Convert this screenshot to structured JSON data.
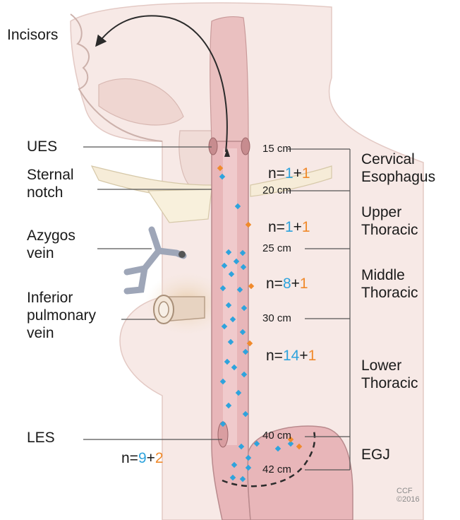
{
  "left_labels": {
    "incisors": "Incisors",
    "ues": "UES",
    "sternal_notch_1": "Sternal",
    "sternal_notch_2": "notch",
    "azygos_1": "Azygos",
    "azygos_2": "vein",
    "ipv_1": "Inferior",
    "ipv_2": "pulmonary",
    "ipv_3": "vein",
    "les": "LES"
  },
  "depth_markers": [
    "15 cm",
    "20 cm",
    "25 cm",
    "30 cm",
    "40 cm",
    "42 cm"
  ],
  "segments": {
    "cervical_1": "Cervical",
    "cervical_2": "Esophagus",
    "upper_1": "Upper",
    "upper_2": "Thoracic",
    "middle_1": "Middle",
    "middle_2": "Thoracic",
    "lower_1": "Lower",
    "lower_2": "Thoracic",
    "egj": "EGJ"
  },
  "counts": [
    {
      "id": "cervical",
      "prefix": "n=",
      "blue": "1",
      "plus": "+",
      "orange": "1"
    },
    {
      "id": "upper",
      "prefix": "n=",
      "blue": "1",
      "plus": "+",
      "orange": "1"
    },
    {
      "id": "middle",
      "prefix": "n=",
      "blue": "8",
      "plus": "+",
      "orange": "1"
    },
    {
      "id": "lower",
      "prefix": "n=",
      "blue": "14",
      "plus": "+",
      "orange": "1"
    },
    {
      "id": "egj",
      "prefix": "n=",
      "blue": "9",
      "plus": "+",
      "orange": "2"
    }
  ],
  "copyright": {
    "line1": "CCF",
    "line2": "©2016"
  },
  "colors": {
    "blue_dot": "#2ea3dd",
    "orange_dot": "#f08a2c",
    "esophagus": "#e8b6b9",
    "tissue": "#f1d9d6"
  }
}
